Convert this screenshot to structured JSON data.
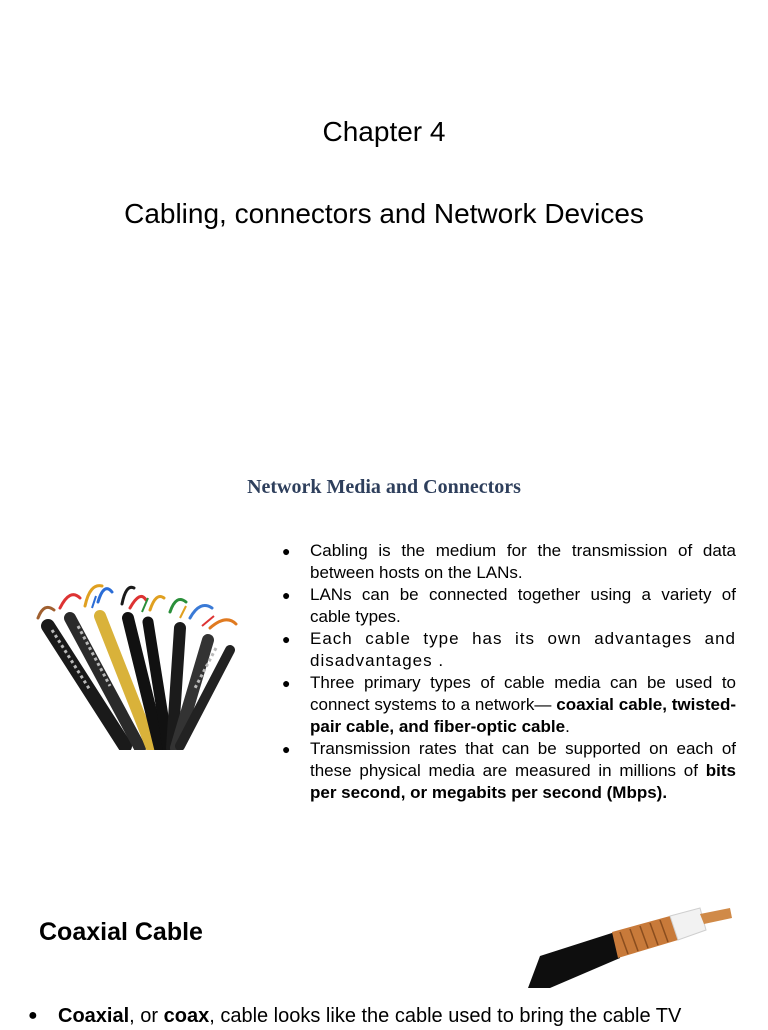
{
  "chapter": {
    "title": "Chapter 4",
    "subtitle": "Cabling, connectors and Network Devices"
  },
  "section": {
    "heading": "Network Media and Connectors",
    "bullets": [
      {
        "text": "Cabling is the medium for the transmission of data between hosts on the LANs."
      },
      {
        "text": "LANs can be connected together using a variety of cable types."
      },
      {
        "text": "Each cable type has its own advantages and disadvantages ."
      },
      {
        "prefix": "Three primary types of cable media can be used to connect systems to a network— ",
        "bold": "coaxial cable, twisted-pair cable, and fiber-optic cable",
        "suffix": "."
      },
      {
        "prefix": "Transmission rates that can be supported on each of these physical media are measured in millions of ",
        "bold": "bits per second, or megabits per second (Mbps)."
      }
    ]
  },
  "coax": {
    "heading": "Coaxial Cable",
    "bullet": {
      "b1": "Coaxial",
      "t1": ", or ",
      "b2": "coax",
      "t2": ", cable looks like the cable used to bring the cable TV"
    }
  },
  "colors": {
    "section_heading": "#2e3f5c",
    "copper": "#c87a3a",
    "jacket": "#111111"
  },
  "icons": {
    "cables_image": "bundle-of-network-cables-icon",
    "coax_image": "coaxial-cable-icon"
  }
}
